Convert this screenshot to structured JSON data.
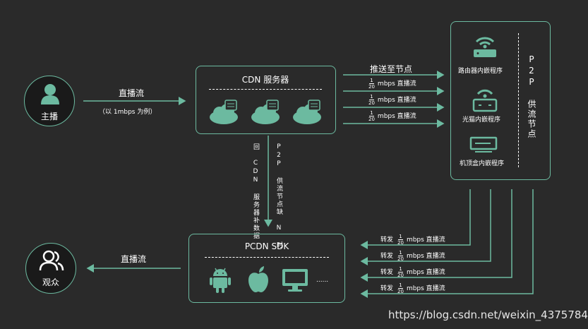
{
  "anchor": {
    "label": "主播",
    "icon": "person-icon"
  },
  "audience": {
    "label": "观众",
    "icon": "group-icon"
  },
  "arrow_anchor_cdn": {
    "label": "直播流",
    "sub": "（以 1mbps 为例）"
  },
  "cdn": {
    "title": "CDN 服务器",
    "icon": "cloud-server-icon"
  },
  "push_label": "推送至节点",
  "push_rows": [
    {
      "num": "1",
      "den": "20",
      "text": "mbps 直播流"
    },
    {
      "num": "1",
      "den": "20",
      "text": "mbps 直播流"
    },
    {
      "num": "1",
      "den": "20",
      "text": "mbps 直播流"
    }
  ],
  "p2p": {
    "title": "P2P 供流节点",
    "nodes": [
      {
        "label": "路由器内嵌程序",
        "icon": "wifi-router-icon"
      },
      {
        "label": "光猫内嵌程序",
        "icon": "optical-modem-icon"
      },
      {
        "label": "机顶盒内嵌程序",
        "icon": "set-top-box-icon"
      }
    ]
  },
  "fallback": {
    "left": "回 CDN 服务器补数据",
    "right": "P2P 供流节点缺 N 时"
  },
  "pcdn": {
    "title": "PCDN SDK",
    "platforms": [
      "android-icon",
      "apple-icon",
      "desktop-icon"
    ],
    "more": "......"
  },
  "forward_rows": [
    {
      "prefix": "转发",
      "num": "1",
      "den": "20",
      "text": "mbps 直播流"
    },
    {
      "prefix": "转发",
      "num": "1",
      "den": "20",
      "text": "mbps 直播流"
    },
    {
      "prefix": "转发",
      "num": "1",
      "den": "20",
      "text": "mbps 直播流"
    },
    {
      "prefix": "转发",
      "num": "1",
      "den": "20",
      "text": "mbps 直播流"
    }
  ],
  "arrow_pcdn_audience": {
    "label": "直播流"
  },
  "watermark": "https://blog.csdn.net/weixin_43757847",
  "colors": {
    "accent": "#6cbaa0",
    "background": "#2a2a2a"
  }
}
